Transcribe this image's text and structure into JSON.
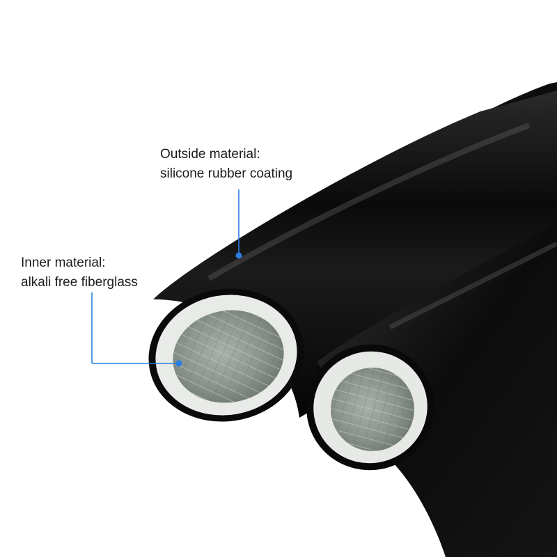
{
  "callouts": {
    "outside": {
      "line1": "Outside material:",
      "line2": "silicone rubber coating"
    },
    "inner": {
      "line1": "Inner material:",
      "line2": "alkali free fiberglass"
    }
  },
  "colors": {
    "background": "#ffffff",
    "leader_line": "#2a7de1",
    "sleeve_coating": "#0b0b0b",
    "fiberglass": "#d6d8d6",
    "fiberglass_inner": "#8f9690"
  }
}
